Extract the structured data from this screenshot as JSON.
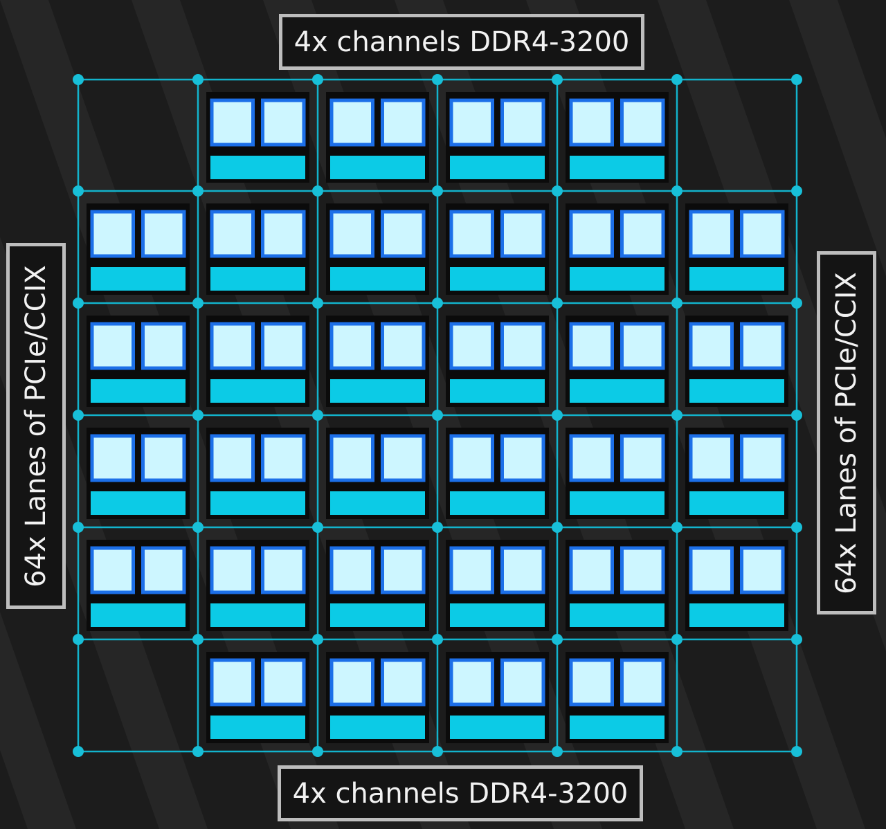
{
  "labels": {
    "memory_top": "4x channels DDR4-3200",
    "memory_bottom": "4x channels DDR4-3200",
    "io_left": "64x Lanes of PCIe/CCIX",
    "io_right": "64x Lanes of PCIe/CCIX"
  },
  "mesh": {
    "columns": 6,
    "rows": 6,
    "empty_tiles": [
      [
        0,
        0
      ],
      [
        0,
        5
      ],
      [
        5,
        0
      ],
      [
        5,
        5
      ]
    ],
    "cores_per_tile": 2,
    "core_count": 64
  },
  "colors": {
    "background": "#1c1c1c",
    "stripe": "#262626",
    "mesh_line": "#12b3cc",
    "mesh_node": "#18bfd8",
    "tile_bg": "#0b0b0b",
    "core_border": "#1c6fe8",
    "core_fill": "#cdf6ff",
    "cache_bar": "#0ccbe6",
    "label_border": "#bdbdbd",
    "label_text": "#f2f2f2"
  }
}
